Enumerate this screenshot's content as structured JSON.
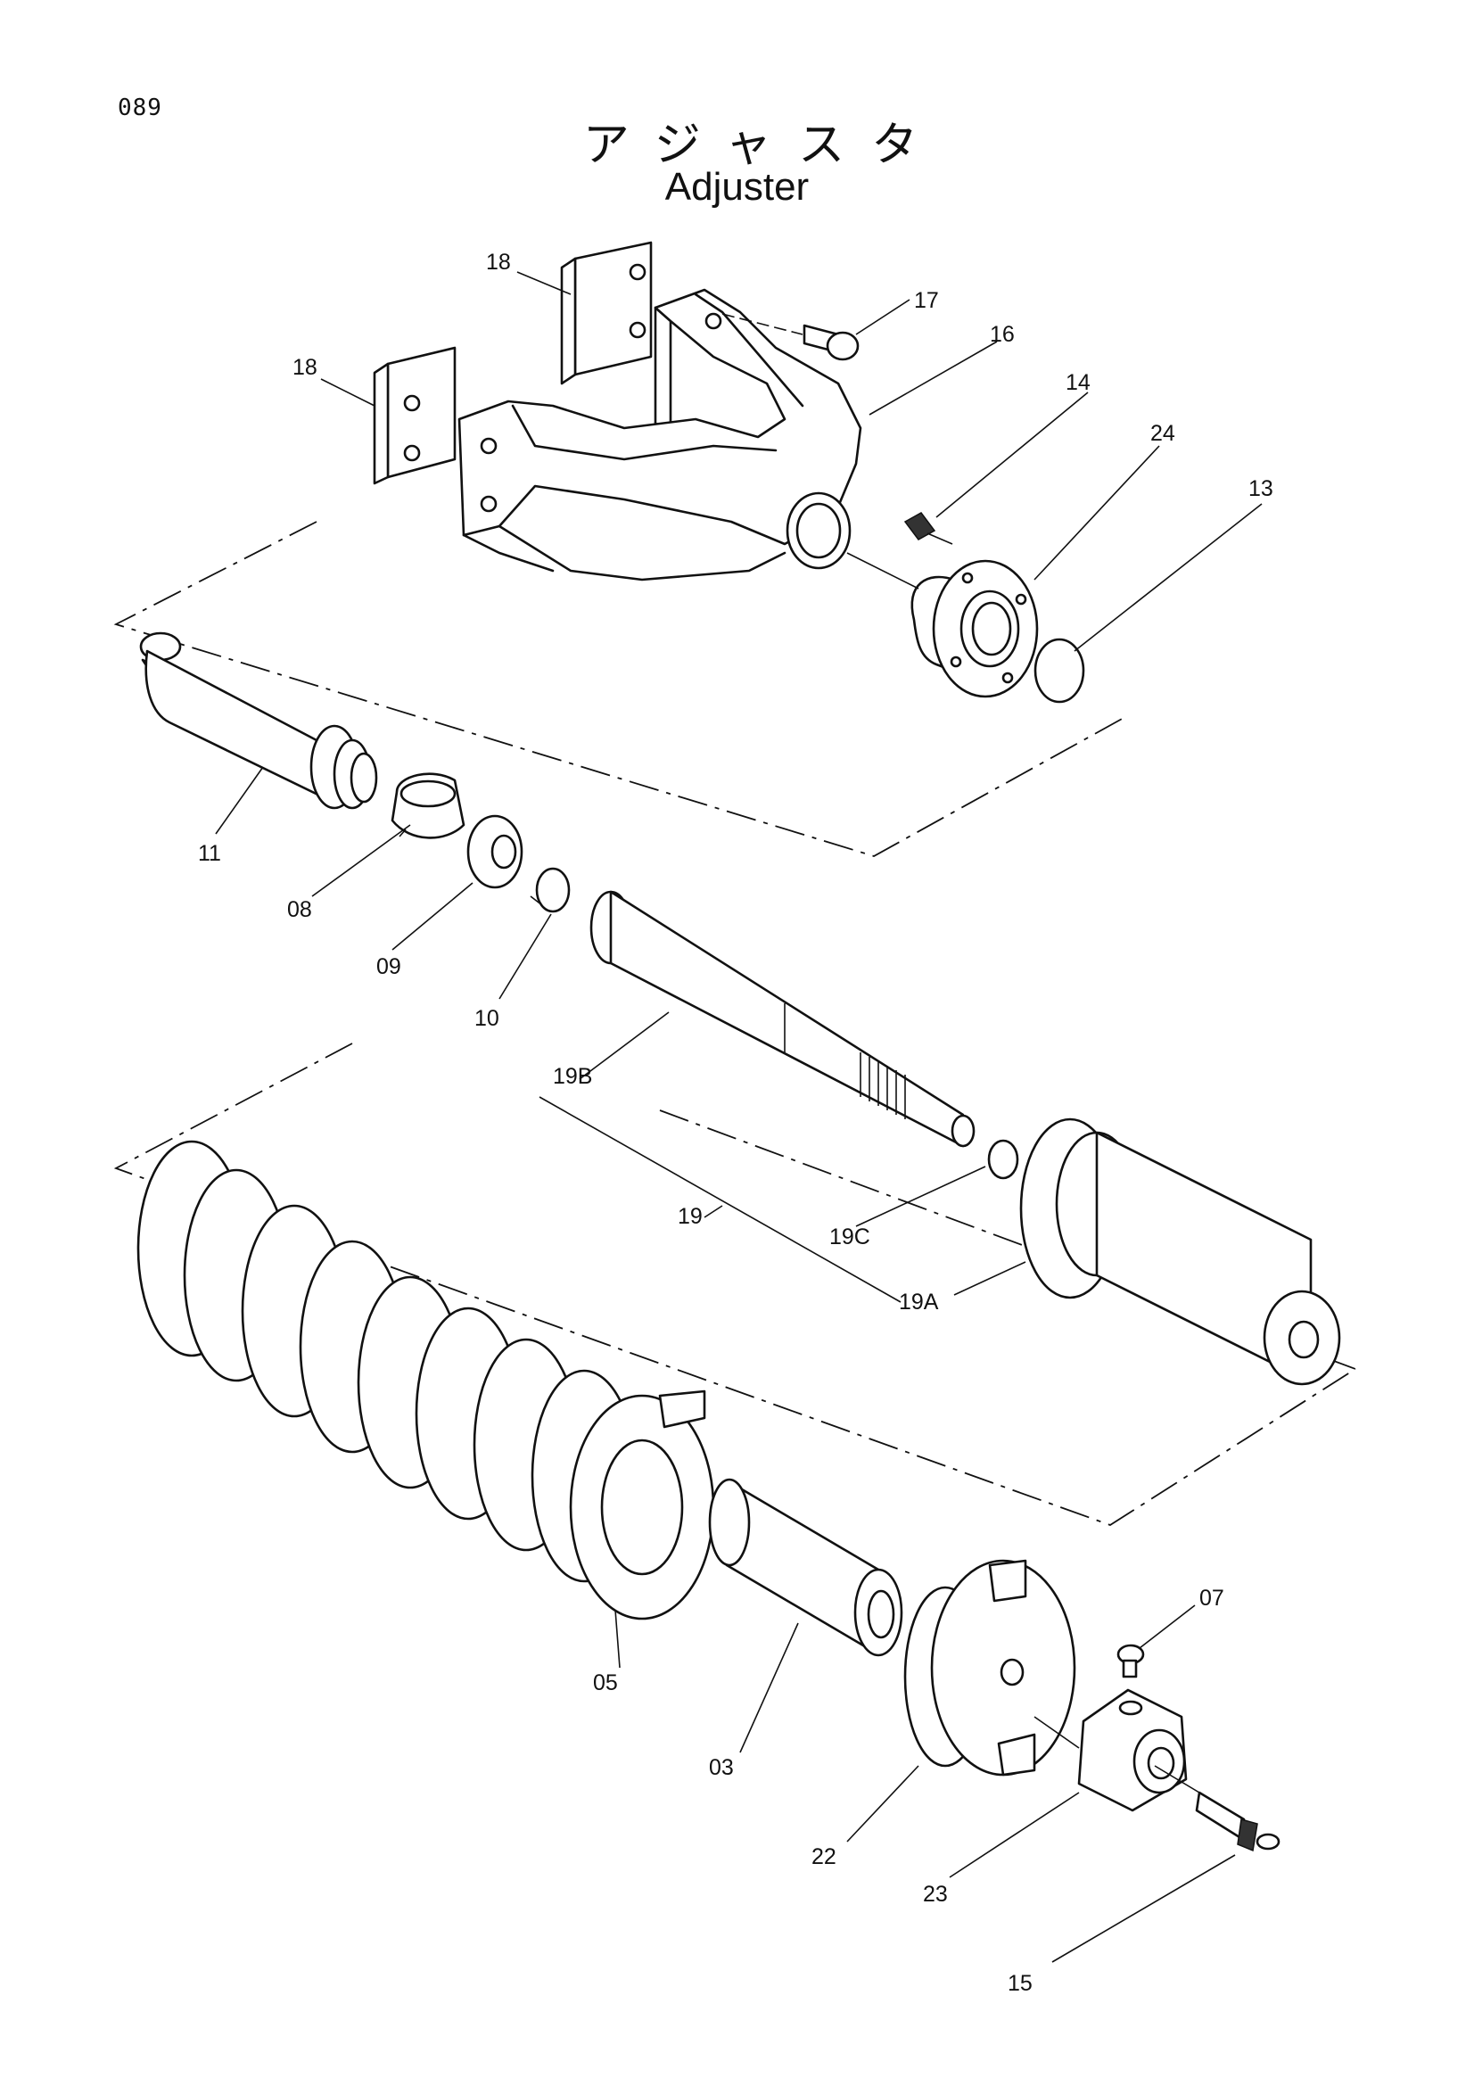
{
  "page": {
    "number": "089",
    "title_jp": "アジャスタ",
    "title_en": "Adjuster"
  },
  "parts": [
    {
      "id": "p18a",
      "label": "18"
    },
    {
      "id": "p18b",
      "label": "18"
    },
    {
      "id": "p17",
      "label": "17"
    },
    {
      "id": "p16",
      "label": "16"
    },
    {
      "id": "p14",
      "label": "14"
    },
    {
      "id": "p24",
      "label": "24"
    },
    {
      "id": "p13",
      "label": "13"
    },
    {
      "id": "p11",
      "label": "11"
    },
    {
      "id": "p08",
      "label": "08"
    },
    {
      "id": "p09",
      "label": "09"
    },
    {
      "id": "p10",
      "label": "10"
    },
    {
      "id": "p19b",
      "label": "19B"
    },
    {
      "id": "p19",
      "label": "19"
    },
    {
      "id": "p19c",
      "label": "19C"
    },
    {
      "id": "p19a",
      "label": "19A"
    },
    {
      "id": "p05",
      "label": "05"
    },
    {
      "id": "p03",
      "label": "03"
    },
    {
      "id": "p22",
      "label": "22"
    },
    {
      "id": "p23",
      "label": "23"
    },
    {
      "id": "p07",
      "label": "07"
    },
    {
      "id": "p15",
      "label": "15"
    }
  ]
}
